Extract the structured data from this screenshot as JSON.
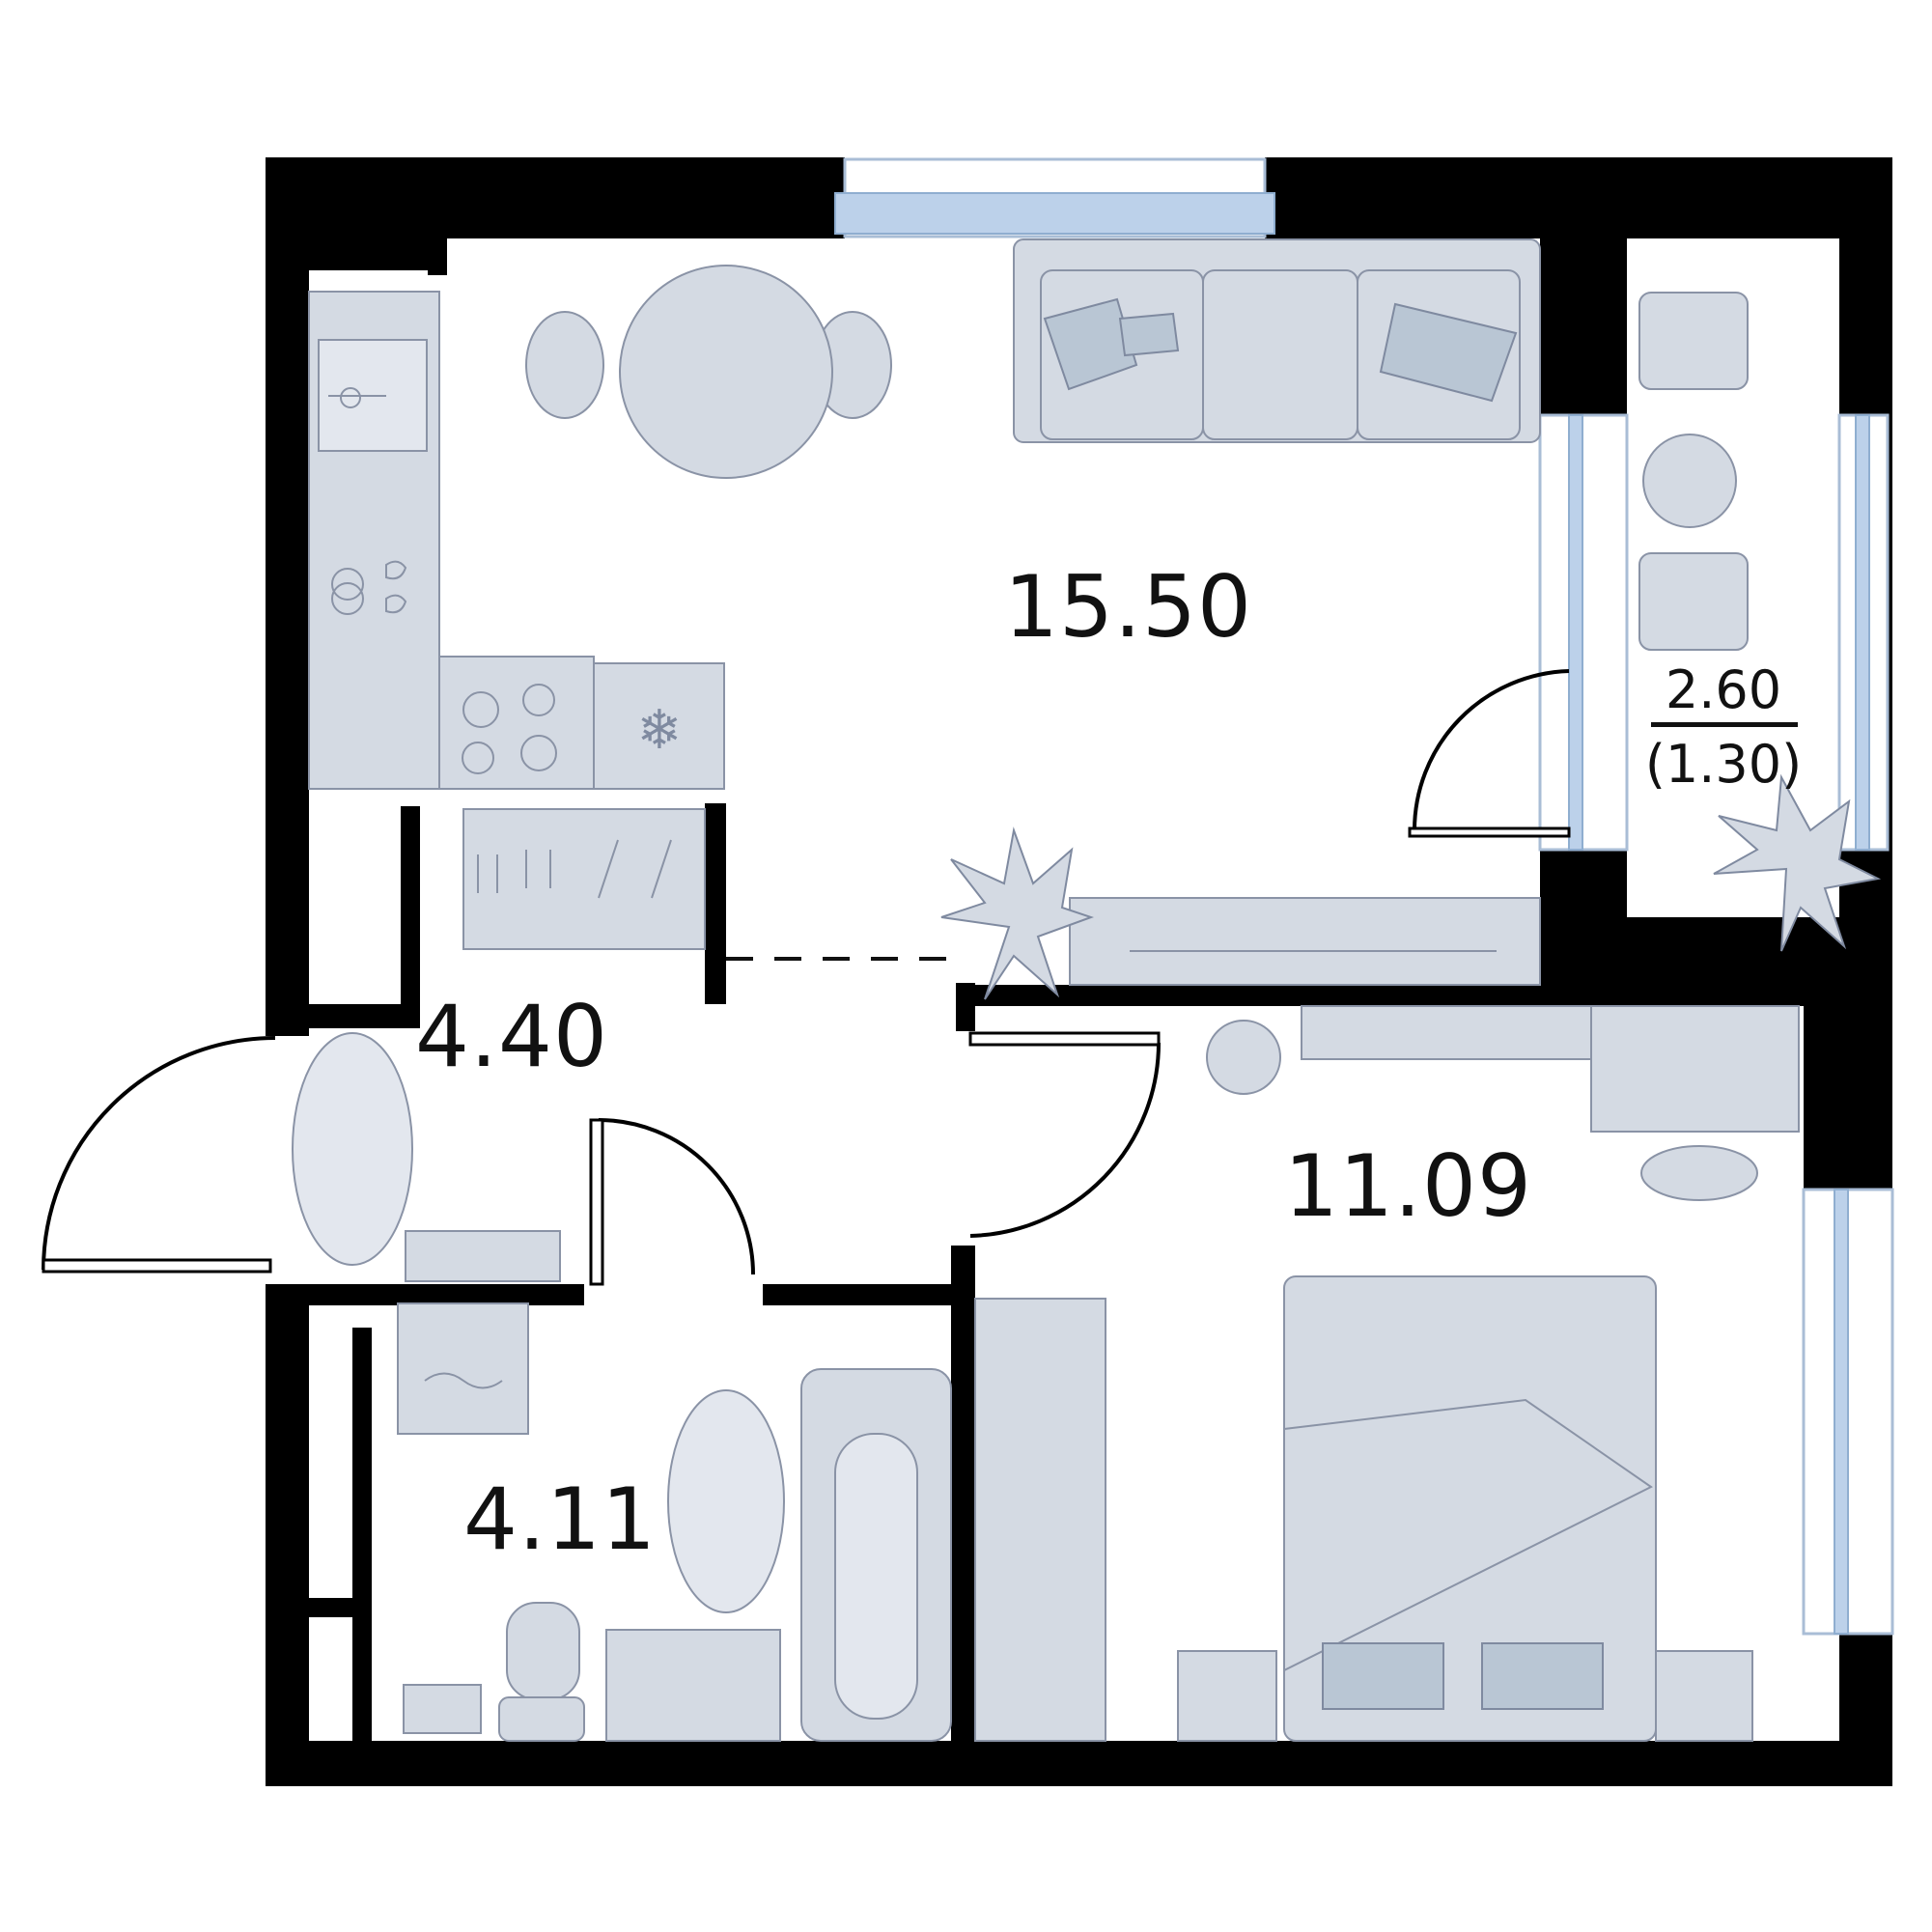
{
  "rooms": {
    "living_kitchen": {
      "area": "15.50"
    },
    "bedroom": {
      "area": "11.09"
    },
    "hallway": {
      "area": "4.40"
    },
    "bathroom": {
      "area": "4.11"
    },
    "balcony": {
      "area": "2.60",
      "area_reduced": "(1.30)"
    }
  },
  "colors": {
    "wall": "#000000",
    "furniture": "#d4dae3",
    "window_glass": "#bcd1ea",
    "outline": "#8a93a6"
  }
}
